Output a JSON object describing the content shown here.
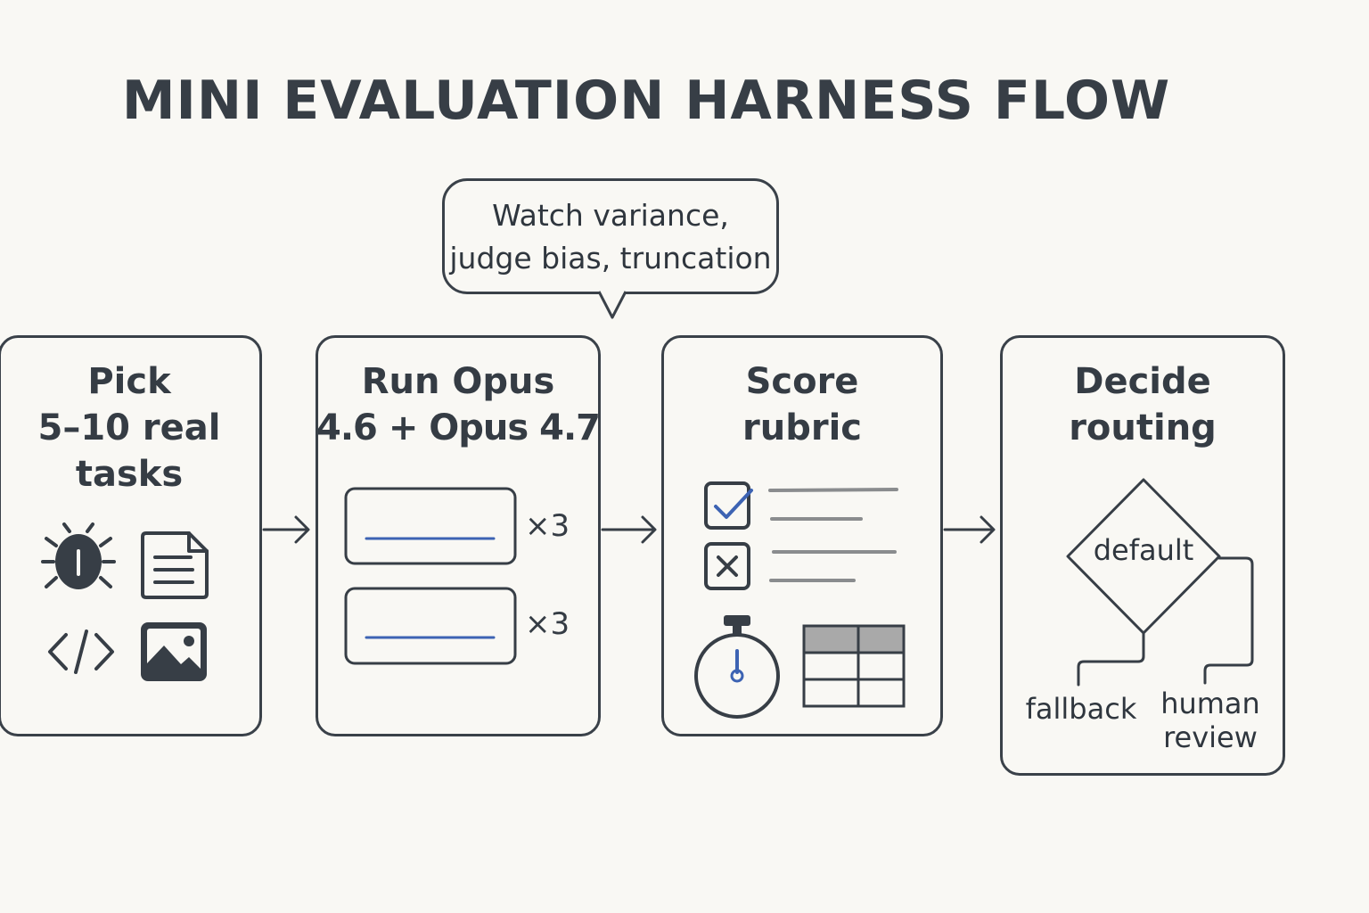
{
  "title": "MINI EVALUATION HARNESS FLOW",
  "callout": {
    "lines": [
      "Watch variance,",
      "judge bias, truncation"
    ]
  },
  "steps": [
    {
      "title_lines": [
        "Pick",
        "5–10 real",
        "tasks"
      ],
      "icons": [
        "bug-icon",
        "document-icon",
        "code-icon",
        "image-icon"
      ]
    },
    {
      "title_lines": [
        "Run Opus",
        "4.6 + Opus 4.7"
      ],
      "runs": [
        {
          "multiplier": "×3"
        },
        {
          "multiplier": "×3"
        }
      ]
    },
    {
      "title_lines": [
        "Score",
        "rubric"
      ],
      "icons": [
        "checkbox-checked-icon",
        "checkbox-x-icon",
        "stopwatch-icon",
        "table-icon"
      ]
    },
    {
      "title_lines": [
        "Decide",
        "routing"
      ],
      "decision_label": "default",
      "outcomes": [
        {
          "lines": [
            "fallback"
          ]
        },
        {
          "lines": [
            "human",
            "review"
          ]
        }
      ]
    }
  ],
  "colors": {
    "ink": "#373e46",
    "accent_blue": "#3d63b3",
    "table_header": "#a9a9a9",
    "background": "#f9f8f4"
  }
}
